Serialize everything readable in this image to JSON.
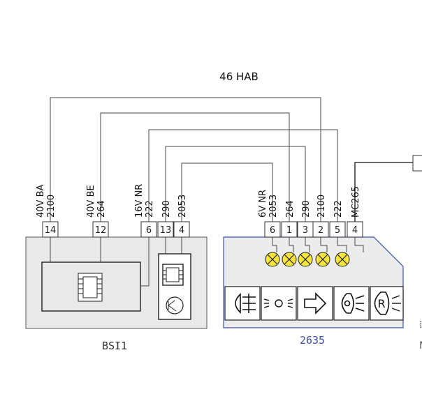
{
  "harness": {
    "label": "46 HAB"
  },
  "bsi": {
    "label": "BSI1",
    "pins": [
      {
        "pin": "14",
        "voltage": "40V",
        "color": "BA",
        "wire": "2100"
      },
      {
        "pin": "12",
        "voltage": "40V",
        "color": "BE",
        "wire": "264"
      },
      {
        "pin": "6",
        "voltage": "16V",
        "color": "NR",
        "wire": "222"
      },
      {
        "pin": "13",
        "voltage": "",
        "color": "",
        "wire": "290"
      },
      {
        "pin": "4",
        "voltage": "",
        "color": "",
        "wire": "2053"
      }
    ]
  },
  "panel": {
    "label": "2635",
    "label_color": "#3a4fb5",
    "frame_color": "#3a4fb5",
    "fill_color": "#ececec",
    "lamp_color": "#f5e43a",
    "connector": {
      "voltage": "6V",
      "color": "NR"
    },
    "pins": [
      {
        "pin": "6",
        "wire": "2053"
      },
      {
        "pin": "1",
        "wire": "264"
      },
      {
        "pin": "3",
        "wire": "290"
      },
      {
        "pin": "2",
        "wire": "2100"
      },
      {
        "pin": "5",
        "wire": "222"
      },
      {
        "pin": "4",
        "wire": "MC265"
      }
    ],
    "symbols": [
      "fog-lamp-icon",
      "parking-lamp-icon",
      "direction-arrow-icon",
      "rear-fog-icon",
      "reverse-lamp-icon"
    ],
    "symbol_letter": "R"
  },
  "edge": {
    "chars": [
      "⁞",
      "N"
    ]
  }
}
